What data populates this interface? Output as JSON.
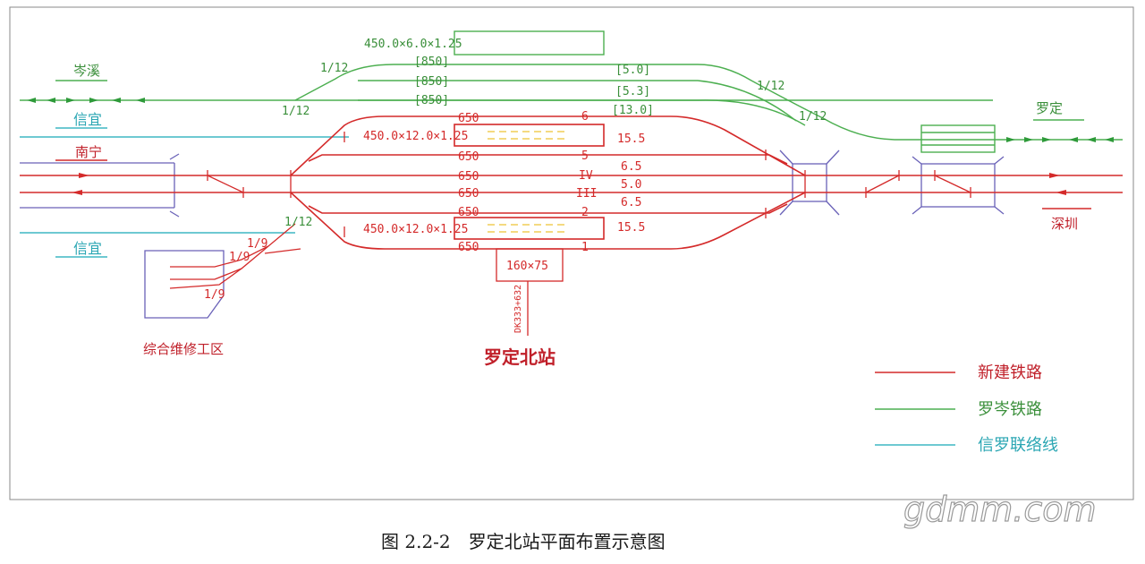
{
  "directions": {
    "cenxi": "岑溪",
    "xinyi_top": "信宜",
    "nanning": "南宁",
    "xinyi_bottom": "信宜",
    "luoding": "罗定",
    "shenzhen": "深圳"
  },
  "platform_labels": {
    "green_platform": "450.0×6.0×1.25",
    "red_platform_top": "450.0×12.0×1.25",
    "red_platform_bottom": "450.0×12.0×1.25",
    "station_building": "160×75"
  },
  "track_lengths": [
    "[850]",
    "[850]",
    "[850]",
    "650",
    "650",
    "650",
    "650",
    "650",
    "650"
  ],
  "track_numbers": [
    "6",
    "5",
    "IV",
    "III",
    "2",
    "1"
  ],
  "spacings": [
    "[5.0]",
    "[5.3]",
    "[13.0]",
    "15.5",
    "6.5",
    "5.0",
    "6.5",
    "15.5"
  ],
  "turnout_ratios": [
    "1/12",
    "1/12",
    "1/12",
    "1/12",
    "1/12",
    "1/9",
    "1/9",
    "1/9"
  ],
  "mileage": "DK333+632",
  "station_name": "罗定北站",
  "depot_name": "综合维修工区",
  "legend": [
    {
      "label": "新建铁路",
      "color": "#d42a2a"
    },
    {
      "label": "罗岑铁路",
      "color": "#4caf50"
    },
    {
      "label": "信罗联络线",
      "color": "#3fb7c4"
    }
  ],
  "caption": "图 2.2-2　罗定北站平面布置示意图",
  "watermark": "gdmm.com"
}
